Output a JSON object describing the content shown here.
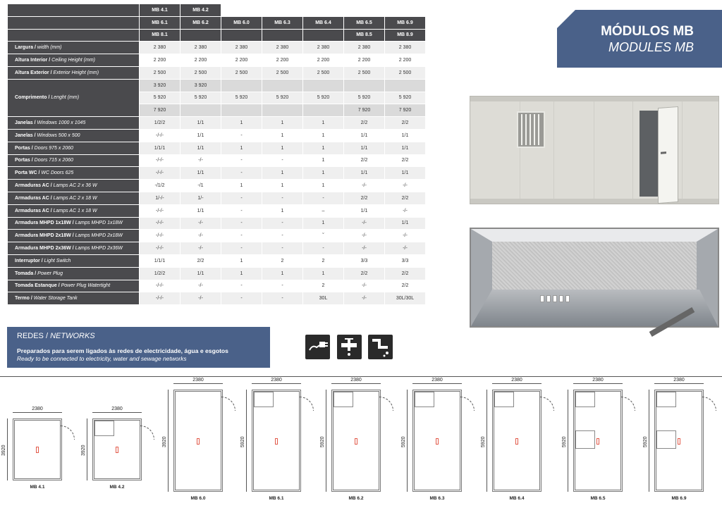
{
  "title": {
    "pt": "MÓDULOS MB",
    "en": "MODULES MB"
  },
  "header_rows": [
    [
      "MB 4.1",
      "MB 4.2",
      "",
      "",
      "",
      "",
      ""
    ],
    [
      "MB 6.1",
      "MB 6.2",
      "MB 6.0",
      "MB 6.3",
      "MB 6.4",
      "MB 6.5",
      "MB 6.9"
    ],
    [
      "MB 8.1",
      "",
      "",
      "",
      "",
      "MB 8.5",
      "MB 8.9"
    ]
  ],
  "rows": [
    {
      "pt": "Largura",
      "en": "width (mm)",
      "v": [
        "2 380",
        "2 380",
        "2 380",
        "2 380",
        "2 380",
        "2 380",
        "2 380"
      ]
    },
    {
      "pt": "Altura Interior",
      "en": "Ceiling Height (mm)",
      "v": [
        "2 200",
        "2 200",
        "2 200",
        "2 200",
        "2 200",
        "2 200",
        "2 200"
      ]
    },
    {
      "pt": "Altura Exterior",
      "en": "Exterior Height (mm)",
      "v": [
        "2 500",
        "2 500",
        "2 500",
        "2 500",
        "2 500",
        "2 500",
        "2 500"
      ]
    },
    {
      "pt": "Comprimento",
      "en": "Lenght (mm)",
      "multi": true,
      "v": [
        [
          "3 920",
          "5 920",
          "7 920"
        ],
        [
          "3 920",
          "5 920",
          ""
        ],
        [
          "",
          "5 920",
          ""
        ],
        [
          "",
          "5 920",
          ""
        ],
        [
          "",
          "5 920",
          ""
        ],
        [
          "",
          "5  920",
          "7 920"
        ],
        [
          "",
          "5 920",
          "7 920"
        ]
      ]
    },
    {
      "pt": "Janelas",
      "en": "Windows 1000 x 1045",
      "v": [
        "1/2/2",
        "1/1",
        "1",
        "1",
        "1",
        "2/2",
        "2/2"
      ]
    },
    {
      "pt": "Janelas",
      "en": "Windows 500 x 500",
      "v": [
        "-/-/-",
        "1/1",
        "-",
        "1",
        "1",
        "1/1",
        "1/1"
      ]
    },
    {
      "pt": "Portas",
      "en": "Doors 975 x 2060",
      "v": [
        "1/1/1",
        "1/1",
        "1",
        "1",
        "1",
        "1/1",
        "1/1"
      ]
    },
    {
      "pt": "Portas",
      "en": "Doors 715 x 2060",
      "v": [
        "-/-/-",
        "-/-",
        "-",
        "-",
        "1",
        "2/2",
        "2/2"
      ]
    },
    {
      "pt": "Porta WC",
      "en": "WC Doors 625",
      "v": [
        "-/-/-",
        "1/1",
        "-",
        "1",
        "1",
        "1/1",
        "1/1"
      ]
    },
    {
      "pt": "Armaduras AC",
      "en": "Lamps AC 2 x 36 W",
      "v": [
        "-/1/2",
        "-/1",
        "1",
        "1",
        "1",
        "-/-",
        "-/-"
      ]
    },
    {
      "pt": "Armaduras AC",
      "en": "Lamps AC 2 x 18 W",
      "v": [
        "1/-/-",
        "1/-",
        "-",
        "-",
        "-",
        "2/2",
        "2/2"
      ]
    },
    {
      "pt": "Armaduras AC",
      "en": "Lamps AC 1 x 18 W",
      "v": [
        "-/-/-",
        "1/1",
        "-",
        "1",
        "–",
        "1/1",
        "-/-"
      ]
    },
    {
      "pt": "Armadura MHPD 1x18W",
      "en": "Lamps MHPD 1x18W",
      "v": [
        "-/-/-",
        "-/-",
        "-",
        "-",
        "1",
        "-/-",
        "1/1"
      ]
    },
    {
      "pt": "Armadura MHPD 2x18W",
      "en": "Lamps MHPD 2x18W",
      "v": [
        "-/-/-",
        "-/-",
        "-",
        "-",
        "˘",
        "-/-",
        "-/-"
      ]
    },
    {
      "pt": "Armadura MHPD 2x36W",
      "en": "Lamps MHPD 2x36W",
      "v": [
        "-/-/-",
        "-/-",
        "-",
        "-",
        "-",
        "-/-",
        "-/-"
      ]
    },
    {
      "pt": "Interruptor",
      "en": "Light Switch",
      "v": [
        "1/1/1",
        "2/2",
        "1",
        "2",
        "2",
        "3/3",
        "3/3"
      ]
    },
    {
      "pt": "Tomada",
      "en": "Power Plug",
      "v": [
        "1/2/2",
        "1/1",
        "1",
        "1",
        "1",
        "2/2",
        "2/2"
      ]
    },
    {
      "pt": "Tomada Estanque",
      "en": "Power Plug Watertight",
      "v": [
        "-/-/-",
        "-/-",
        "-",
        "-",
        "2",
        "-/-",
        "2/2"
      ]
    },
    {
      "pt": "Termo",
      "en": "Water Storage Tank",
      "v": [
        "-/-/-",
        "-/-",
        "-",
        "-",
        "30L",
        "-/-",
        "30L/30L"
      ]
    }
  ],
  "networks": {
    "heading_pt": "REDES / ",
    "heading_en": "NETWORKS",
    "text_pt": "Preparados para serem ligados às redes de electricidade, água e esgotos",
    "text_en": "Ready to be connected to electricity, water and sewage networks",
    "icons": [
      "electric-plug-icon",
      "water-tap-icon",
      "sewage-drain-icon"
    ]
  },
  "plans": [
    {
      "name": "MB 4.1",
      "w": "2380",
      "h": "3920"
    },
    {
      "name": "MB 4.2",
      "w": "2380",
      "h": "3920"
    },
    {
      "name": "MB 6.0",
      "w": "2380",
      "h": "3920"
    },
    {
      "name": "MB 6.1",
      "w": "2380",
      "h": "5920"
    },
    {
      "name": "MB 6.2",
      "w": "2380",
      "h": "5920"
    },
    {
      "name": "MB 6.3",
      "w": "2380",
      "h": "5920"
    },
    {
      "name": "MB 6.4",
      "w": "2380",
      "h": "5920"
    },
    {
      "name": "MB 6.5",
      "w": "2380",
      "h": "5920"
    },
    {
      "name": "MB 6.9",
      "w": "2380",
      "h": "5920"
    }
  ],
  "colors": {
    "header_dark": "#4a4a4d",
    "accent_blue": "#4a6189",
    "plan_tag": "#e25a4a"
  }
}
